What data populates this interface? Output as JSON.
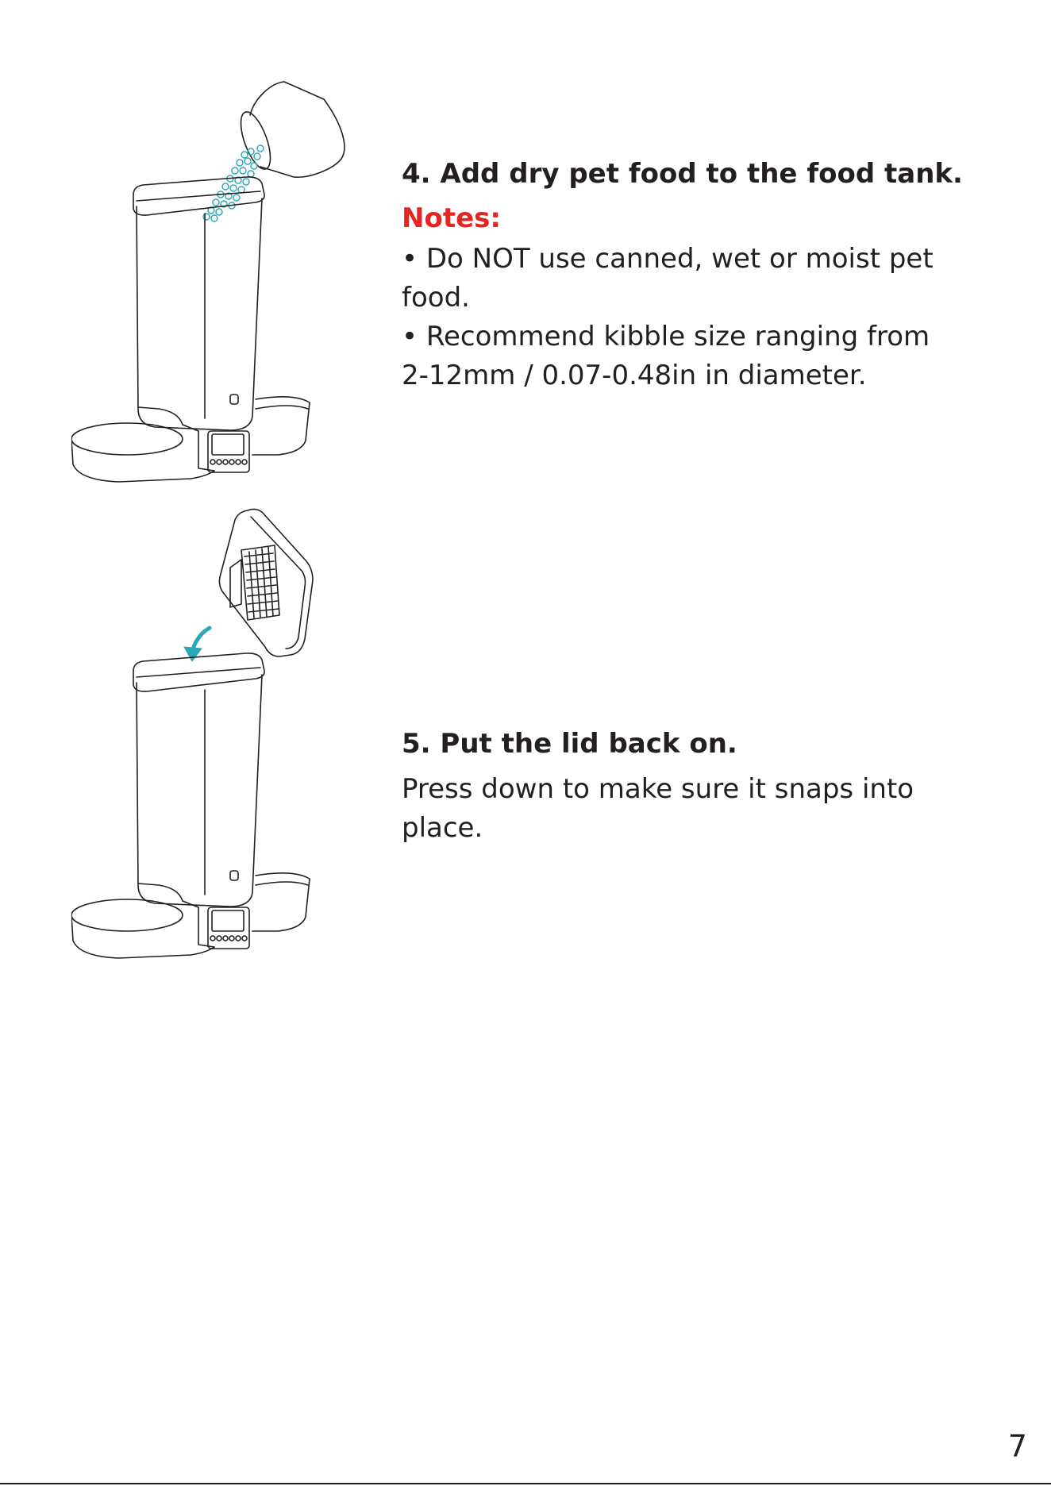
{
  "step4": {
    "heading": "4. Add dry pet food to the food tank.",
    "notes_label": "Notes:",
    "bullet1_line1": "• Do NOT use canned, wet or moist pet",
    "bullet1_line2": "food.",
    "bullet2_line1": "• Recommend kibble size ranging from",
    "bullet2_line2": "2-12mm / 0.07-0.48in in diameter."
  },
  "step5": {
    "heading": "5. Put the lid back on.",
    "body_line1": "Press down to make sure it snaps into",
    "body_line2": "place."
  },
  "page_number": "7",
  "colors": {
    "text": "#231f20",
    "notes": "#e42521",
    "accent": "#2aa8b8"
  }
}
